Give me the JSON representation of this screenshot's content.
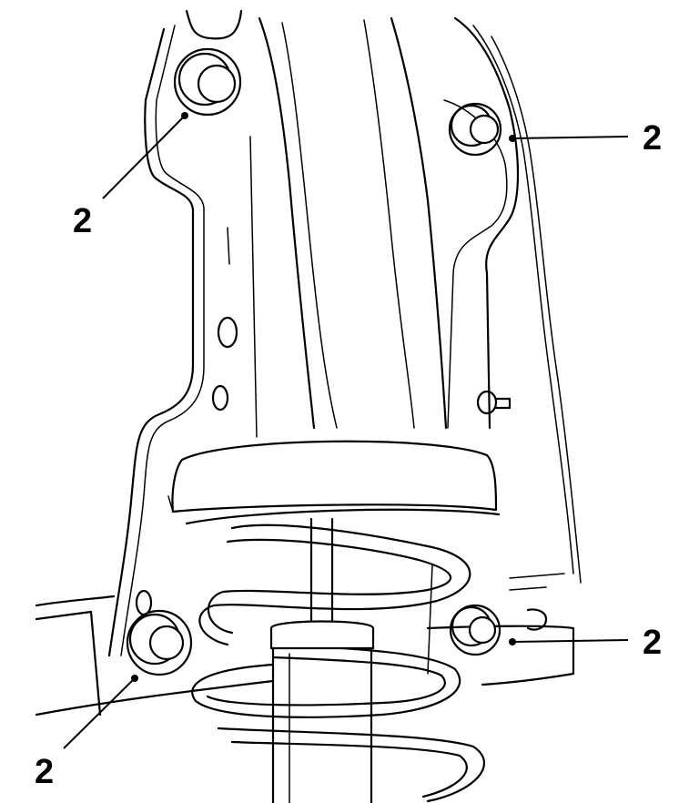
{
  "callouts": [
    {
      "label": "2"
    },
    {
      "label": "2"
    },
    {
      "label": "2"
    },
    {
      "label": "2"
    }
  ]
}
